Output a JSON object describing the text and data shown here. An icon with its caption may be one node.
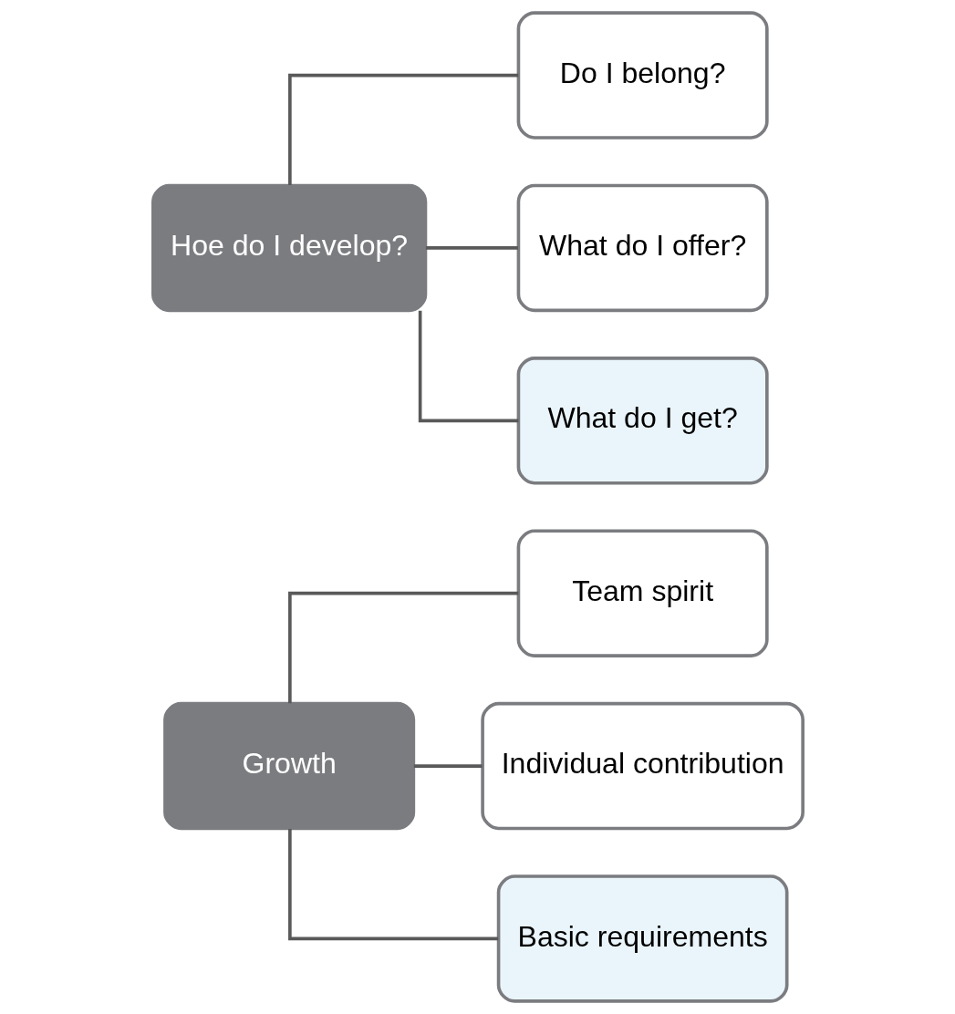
{
  "diagram": {
    "nodes": [
      {
        "text": [
          "Growth"
        ]
      },
      {
        "text": [
          "Team spirit"
        ]
      },
      {
        "text": [
          "Individual contribution"
        ]
      },
      {
        "text": [
          "Basic requirements"
        ]
      },
      {
        "text": [
          "Hoe do I develop?"
        ]
      },
      {
        "text": [
          "Do I belong?"
        ]
      },
      {
        "text": [
          "What do I offer?"
        ]
      },
      {
        "text": [
          "What do I get?"
        ]
      }
    ],
    "edges": [
      {
        "from": 0,
        "to": 1,
        "arrow": "none"
      },
      {
        "from": 0,
        "to": 2,
        "arrow": "none"
      },
      {
        "from": 0,
        "to": 3,
        "arrow": "none"
      },
      {
        "from": 4,
        "to": 5,
        "arrow": "none"
      },
      {
        "from": 4,
        "to": 6,
        "arrow": "none"
      },
      {
        "from": 4,
        "to": 7,
        "arrow": "none"
      }
    ]
  }
}
